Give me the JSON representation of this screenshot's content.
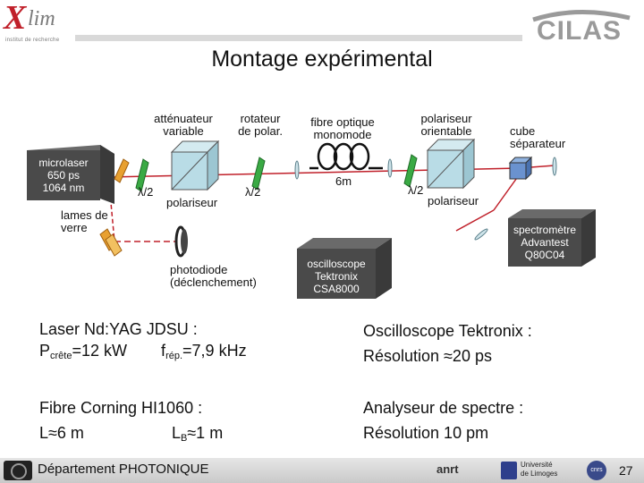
{
  "header": {
    "logo_left": "Xlim",
    "logo_left_sub": "institut de recherche",
    "logo_right": "CILAS",
    "title": "Montage expérimental"
  },
  "diagram": {
    "microlaser": [
      "microlaser",
      "650 ps",
      "1064 nm"
    ],
    "attenuator": [
      "atténuateur",
      "variable"
    ],
    "rotator": [
      "rotateur",
      "de polar."
    ],
    "fiber": [
      "fibre optique",
      "monomode"
    ],
    "fiber_length": "6m",
    "polarizer_orientable": [
      "polariseur",
      "orientable"
    ],
    "cube": [
      "cube",
      "séparateur"
    ],
    "half_wave_1": "λ/2",
    "half_wave_2": "λ/2",
    "half_wave_3": "λ/2",
    "polarizer_1": "polariseur",
    "polarizer_2": "polariseur",
    "glass_plates": [
      "lames de",
      "verre"
    ],
    "photodiode": [
      "photodiode",
      "(déclenchement)"
    ],
    "oscilloscope": [
      "oscilloscope",
      "Tektronix",
      "CSA8000"
    ],
    "spectrometer": [
      "spectromètre",
      "Advantest",
      "Q80C04"
    ]
  },
  "info": {
    "laser_title": "Laser Nd:YAG JDSU :",
    "laser_p_main": "P",
    "laser_p_sub": "crête",
    "laser_p_val": "=12 kW",
    "laser_f_main": "f",
    "laser_f_sub": "rép.",
    "laser_f_val": "=7,9 kHz",
    "osc_title": "Oscilloscope Tektronix :",
    "osc_res": "Résolution ≈20 ps",
    "fiber_title": "Fibre Corning HI1060 :",
    "fiber_l": "L≈6 m",
    "fiber_lb_main": "L",
    "fiber_lb_sub": "B",
    "fiber_lb_val": "≈1 m",
    "spec_title": "Analyseur de spectre :",
    "spec_res": "Résolution 10 pm"
  },
  "footer": {
    "department": "Département PHOTONIQUE",
    "anrt": "anrt",
    "unilim": [
      "Université",
      "de Limoges"
    ],
    "cnrs": "cnrs",
    "page_number": "27"
  },
  "colors": {
    "laser_beam": "#c0202a",
    "box_dark": "#4a4a4a",
    "cube_glass": "#b9dce6",
    "plate_green": "#3aaa44",
    "plate_orange": "#e8a030",
    "logo_red": "#c0202a"
  }
}
